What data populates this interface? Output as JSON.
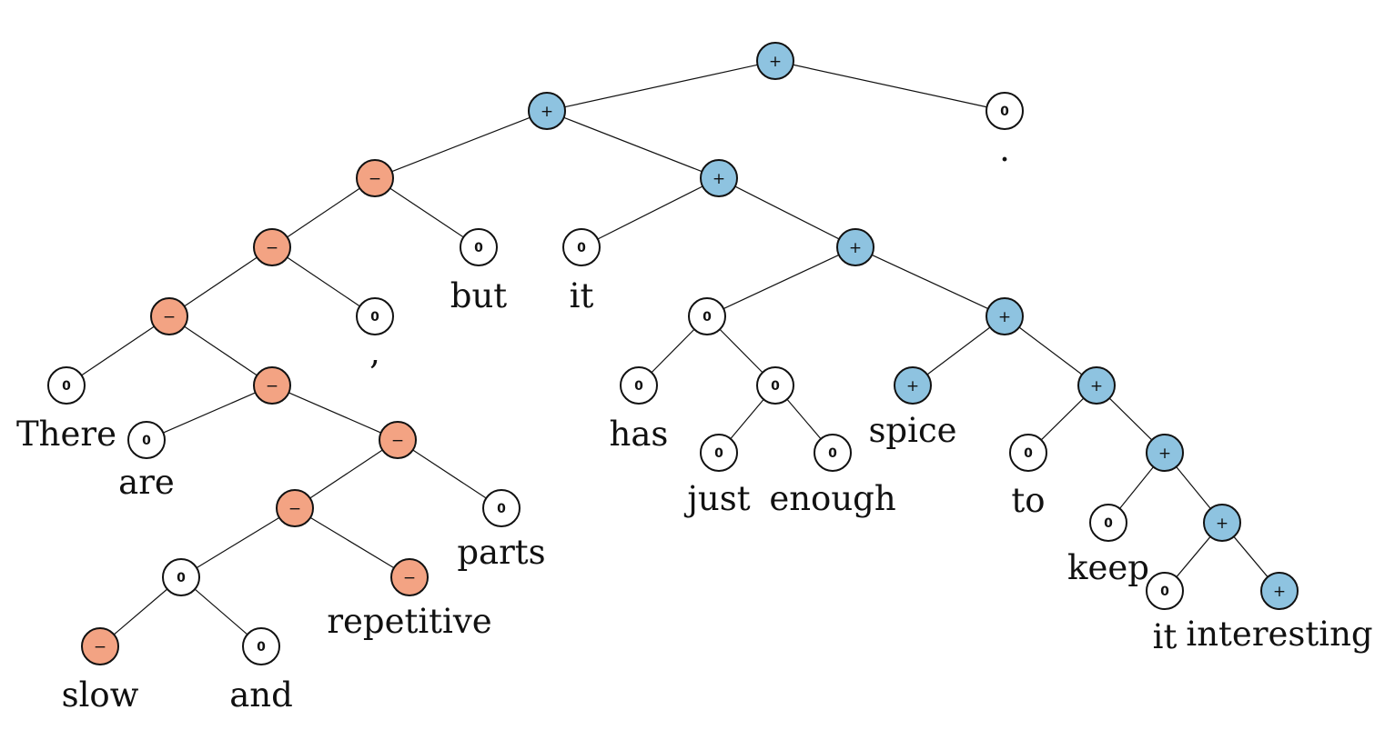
{
  "colors": {
    "positive": "#8ec3e0",
    "negative": "#f3a383",
    "neutral": "#ffffff"
  },
  "sentiment_labels": {
    "positive": "+",
    "negative": "−",
    "neutral": "0"
  },
  "tree": {
    "id": "root",
    "s": "positive",
    "children": [
      {
        "id": "n1",
        "s": "positive",
        "children": [
          {
            "id": "n2",
            "s": "negative",
            "children": [
              {
                "id": "n3",
                "s": "negative",
                "children": [
                  {
                    "id": "n4",
                    "s": "negative",
                    "children": [
                      {
                        "id": "w-there",
                        "s": "neutral",
                        "word": "There"
                      },
                      {
                        "id": "n5",
                        "s": "negative",
                        "children": [
                          {
                            "id": "w-are",
                            "s": "neutral",
                            "word": "are"
                          },
                          {
                            "id": "n6",
                            "s": "negative",
                            "children": [
                              {
                                "id": "n7",
                                "s": "negative",
                                "children": [
                                  {
                                    "id": "n8",
                                    "s": "neutral",
                                    "children": [
                                      {
                                        "id": "w-slow",
                                        "s": "negative",
                                        "word": "slow"
                                      },
                                      {
                                        "id": "w-and",
                                        "s": "neutral",
                                        "word": "and"
                                      }
                                    ]
                                  },
                                  {
                                    "id": "w-repetitive",
                                    "s": "negative",
                                    "word": "repetitive"
                                  }
                                ]
                              },
                              {
                                "id": "w-parts",
                                "s": "neutral",
                                "word": "parts"
                              }
                            ]
                          }
                        ]
                      }
                    ]
                  },
                  {
                    "id": "w-comma",
                    "s": "neutral",
                    "word": ","
                  }
                ]
              },
              {
                "id": "w-but",
                "s": "neutral",
                "word": "but"
              }
            ]
          },
          {
            "id": "n9",
            "s": "positive",
            "children": [
              {
                "id": "w-it1",
                "s": "neutral",
                "word": "it"
              },
              {
                "id": "n10",
                "s": "positive",
                "children": [
                  {
                    "id": "n11",
                    "s": "neutral",
                    "children": [
                      {
                        "id": "w-has",
                        "s": "neutral",
                        "word": "has"
                      },
                      {
                        "id": "n12",
                        "s": "neutral",
                        "children": [
                          {
                            "id": "w-just",
                            "s": "neutral",
                            "word": "just"
                          },
                          {
                            "id": "w-enough",
                            "s": "neutral",
                            "word": "enough"
                          }
                        ]
                      }
                    ]
                  },
                  {
                    "id": "n13",
                    "s": "positive",
                    "children": [
                      {
                        "id": "w-spice",
                        "s": "positive",
                        "word": "spice"
                      },
                      {
                        "id": "n14",
                        "s": "positive",
                        "children": [
                          {
                            "id": "w-to",
                            "s": "neutral",
                            "word": "to"
                          },
                          {
                            "id": "n15",
                            "s": "positive",
                            "children": [
                              {
                                "id": "w-keep",
                                "s": "neutral",
                                "word": "keep"
                              },
                              {
                                "id": "n16",
                                "s": "positive",
                                "children": [
                                  {
                                    "id": "w-it2",
                                    "s": "neutral",
                                    "word": "it"
                                  },
                                  {
                                    "id": "w-interesting",
                                    "s": "positive",
                                    "word": "interesting"
                                  }
                                ]
                              }
                            ]
                          }
                        ]
                      }
                    ]
                  }
                ]
              }
            ]
          }
        ]
      },
      {
        "id": "w-period",
        "s": "neutral",
        "word": "."
      }
    ]
  }
}
